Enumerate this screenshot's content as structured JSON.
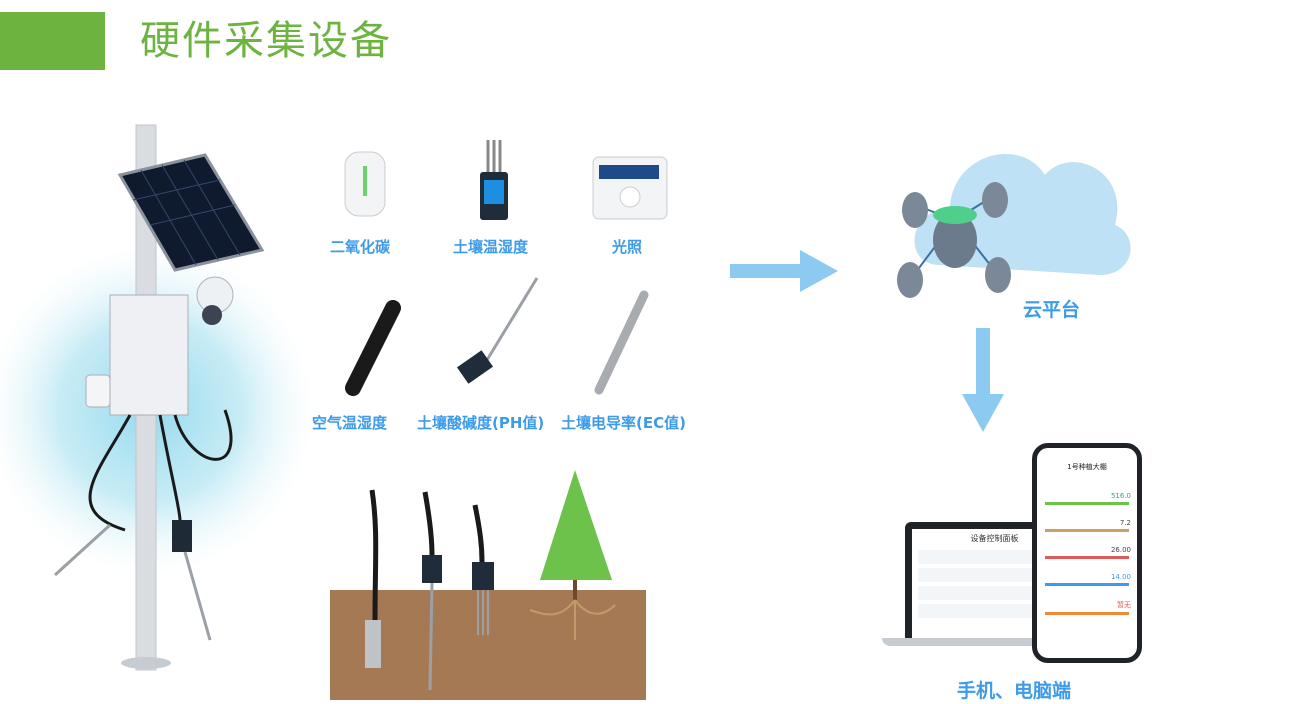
{
  "header": {
    "title": "硬件采集设备"
  },
  "sensors": [
    {
      "label": "二氧化碳"
    },
    {
      "label": "土壤温湿度"
    },
    {
      "label": "光照"
    },
    {
      "label": "空气温湿度"
    },
    {
      "label": "土壤酸碱度(PH值)"
    },
    {
      "label": "土壤电导率(EC值)"
    }
  ],
  "cloud": {
    "label": "云平台"
  },
  "devices": {
    "label": "手机、电脑端"
  },
  "phone": {
    "title": "1号种植大棚",
    "rows": [
      {
        "value": "516.0"
      },
      {
        "value": "7.2"
      },
      {
        "value": "26.00"
      },
      {
        "value": "14.00"
      },
      {
        "value": "暂无"
      }
    ]
  },
  "laptop": {
    "title": "设备控制面板"
  },
  "colors": {
    "accent": "#6cb33f",
    "label": "#3d9be9",
    "arrow": "#8ccaf2",
    "soil": "#a67955"
  }
}
